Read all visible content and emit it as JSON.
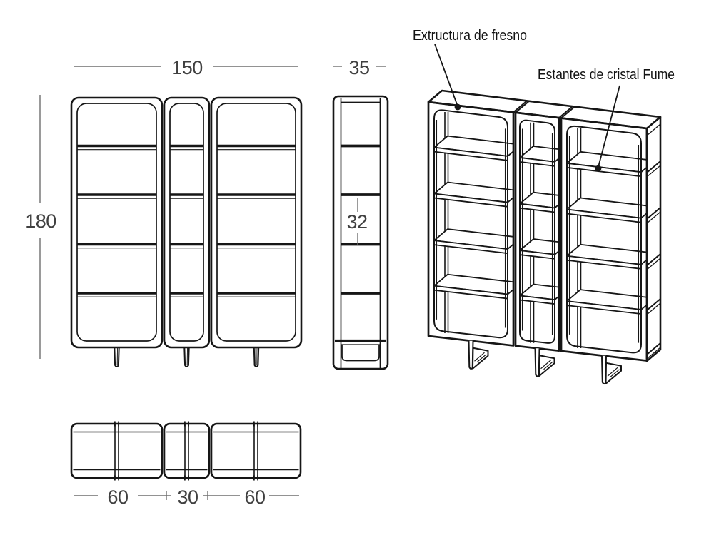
{
  "dimensions": {
    "front_width": "150",
    "front_height": "180",
    "side_depth": "35",
    "shelf_spacing": "32",
    "module_left_width": "60",
    "module_center_width": "30",
    "module_right_width": "60"
  },
  "annotations": {
    "frame_label": "Extructura de fresno",
    "shelf_label": "Estantes de cristal Fume"
  },
  "colors": {
    "drawing_line": "#161616",
    "dimension_line": "#6e6e6e",
    "dimension_text": "#404040",
    "annotation_text": "#141414",
    "background": "#ffffff"
  }
}
